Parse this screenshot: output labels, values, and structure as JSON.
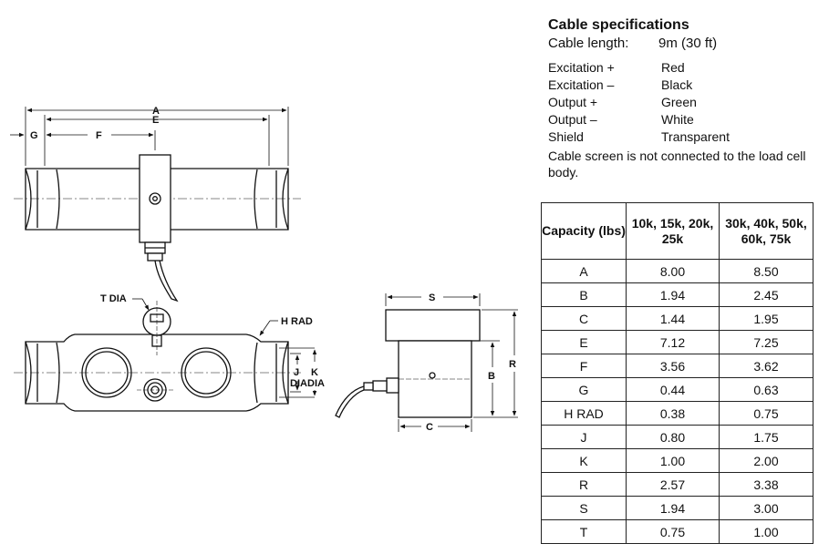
{
  "drawing": {
    "labels": {
      "a": "A",
      "e": "E",
      "g": "G",
      "f": "F",
      "t_dia": "T DIA",
      "h_rad": "H RAD",
      "j": "J",
      "j_dia": "DIA",
      "k": "K",
      "k_dia": "DIA",
      "s": "S",
      "r": "R",
      "b": "B",
      "c": "C"
    }
  },
  "cable": {
    "title": "Cable specifications",
    "length_label": "Cable length:",
    "length_value": "9m (30 ft)",
    "wires": [
      {
        "signal": "Excitation +",
        "color": "Red"
      },
      {
        "signal": "Excitation –",
        "color": "Black"
      },
      {
        "signal": "Output +",
        "color": "Green"
      },
      {
        "signal": "Output –",
        "color": "White"
      },
      {
        "signal": "Shield",
        "color": "Transparent"
      }
    ],
    "note": "Cable screen is not connected to the load cell body."
  },
  "table": {
    "headers": [
      "Capacity (lbs)",
      "10k, 15k, 20k, 25k",
      "30k, 40k, 50k, 60k, 75k"
    ],
    "rows": [
      [
        "A",
        "8.00",
        "8.50"
      ],
      [
        "B",
        "1.94",
        "2.45"
      ],
      [
        "C",
        "1.44",
        "1.95"
      ],
      [
        "E",
        "7.12",
        "7.25"
      ],
      [
        "F",
        "3.56",
        "3.62"
      ],
      [
        "G",
        "0.44",
        "0.63"
      ],
      [
        "H RAD",
        "0.38",
        "0.75"
      ],
      [
        "J",
        "0.80",
        "1.75"
      ],
      [
        "K",
        "1.00",
        "2.00"
      ],
      [
        "R",
        "2.57",
        "3.38"
      ],
      [
        "S",
        "1.94",
        "3.00"
      ],
      [
        "T",
        "0.75",
        "1.00"
      ]
    ]
  }
}
